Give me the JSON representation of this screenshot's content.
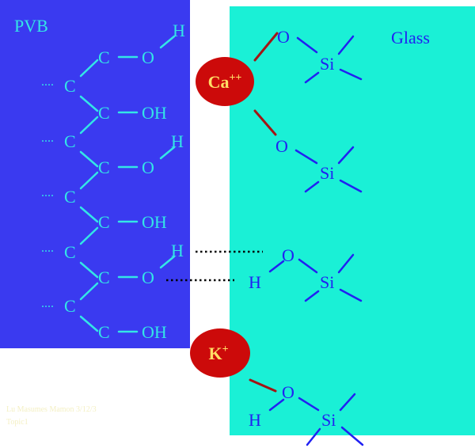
{
  "panels": {
    "pvb": {
      "label": "PVB",
      "color": "#3a3af0",
      "text_color": "#33e6e6"
    },
    "glass": {
      "label": "Glass",
      "color": "#1af0d6",
      "text_color": "#2121f2"
    }
  },
  "pvb_chain": {
    "backbone_atom": "C",
    "ellipsis": "....",
    "side_groups": [
      "O",
      "H",
      "OH"
    ],
    "rows": [
      {
        "group": "O-H"
      },
      {
        "group": "OH"
      },
      {
        "group": "O-H"
      },
      {
        "group": "OH"
      },
      {
        "group": "O-H"
      },
      {
        "group": "OH"
      }
    ]
  },
  "glass_surface": {
    "atom_o": "O",
    "atom_si": "Si",
    "atom_h": "H"
  },
  "ions": {
    "calcium": {
      "base": "Ca",
      "charge": "++",
      "color": "#cc0a0a",
      "text_color": "#ffdd66"
    },
    "potassium": {
      "base": "K",
      "charge": "+",
      "color": "#cc0a0a",
      "text_color": "#ffdd66"
    }
  },
  "bond_colors": {
    "ionic": "#a31515",
    "hydrogen": "#000000"
  },
  "footer": {
    "line1": "Lu Masumes  Mamon 3/12/3",
    "line2": "Topic1"
  }
}
